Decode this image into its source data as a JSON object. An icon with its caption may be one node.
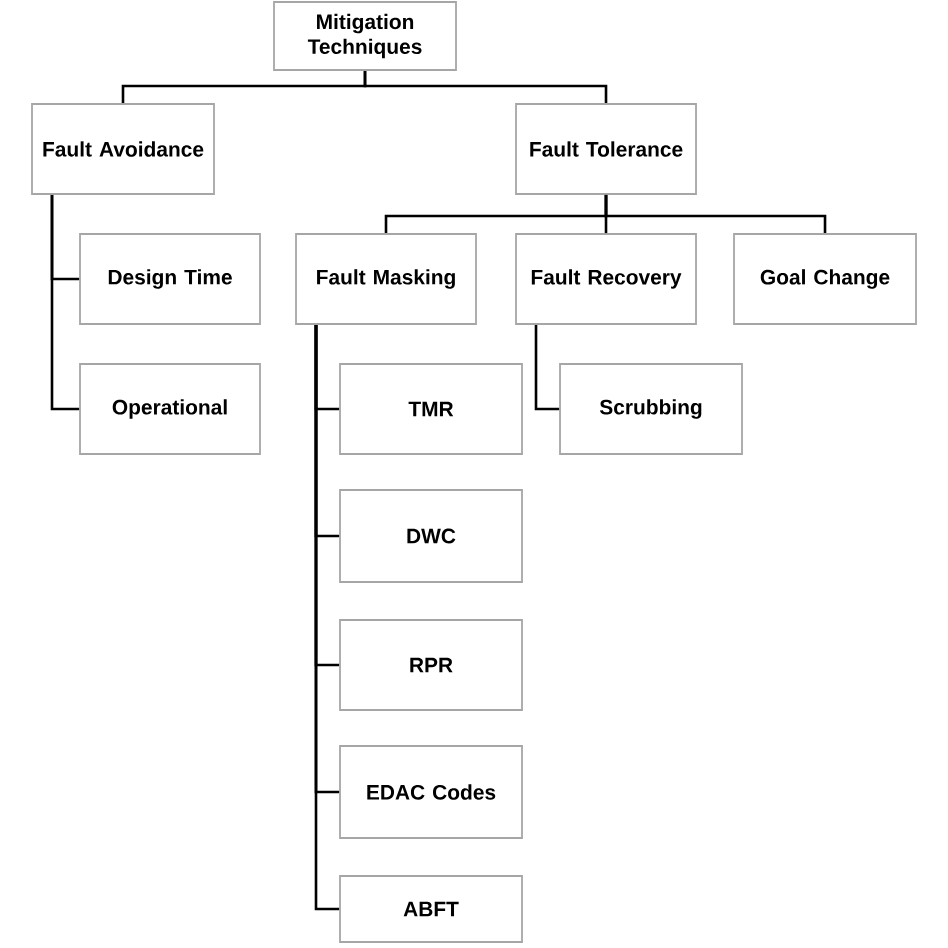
{
  "diagram": {
    "nodes": [
      {
        "text": [
          "Mitigation Techniques"
        ]
      },
      {
        "text": [
          "Fault Avoidance"
        ]
      },
      {
        "text": [
          "Fault Tolerance"
        ]
      },
      {
        "text": [
          "Design Time"
        ]
      },
      {
        "text": [
          "Operational"
        ]
      },
      {
        "text": [
          "Fault Masking"
        ]
      },
      {
        "text": [
          "Fault Recovery"
        ]
      },
      {
        "text": [
          "Goal Change"
        ]
      },
      {
        "text": [
          "TMR"
        ]
      },
      {
        "text": [
          "Scrubbing"
        ]
      },
      {
        "text": [
          "DWC"
        ]
      },
      {
        "text": [
          "RPR"
        ]
      },
      {
        "text": [
          "EDAC Codes"
        ]
      },
      {
        "text": [
          "ABFT"
        ]
      }
    ],
    "edges": [
      {
        "from": 0,
        "to": 1,
        "arrow": "none"
      },
      {
        "from": 0,
        "to": 2,
        "arrow": "none"
      },
      {
        "from": 1,
        "to": 3,
        "arrow": "none"
      },
      {
        "from": 1,
        "to": 4,
        "arrow": "none"
      },
      {
        "from": 2,
        "to": 5,
        "arrow": "none"
      },
      {
        "from": 2,
        "to": 6,
        "arrow": "none"
      },
      {
        "from": 2,
        "to": 7,
        "arrow": "none"
      },
      {
        "from": 5,
        "to": 8,
        "arrow": "none"
      },
      {
        "from": 6,
        "to": 9,
        "arrow": "none"
      },
      {
        "from": 5,
        "to": 10,
        "arrow": "none"
      },
      {
        "from": 5,
        "to": 11,
        "arrow": "none"
      },
      {
        "from": 5,
        "to": 12,
        "arrow": "none"
      },
      {
        "from": 5,
        "to": 13,
        "arrow": "none"
      }
    ]
  }
}
